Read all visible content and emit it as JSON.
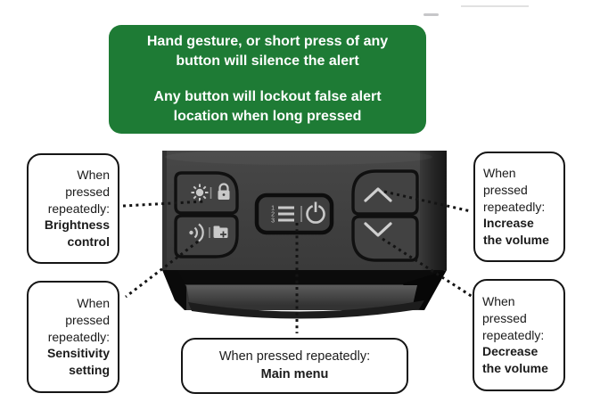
{
  "banner": {
    "line1": "Hand gesture, or short press of any button will silence the alert",
    "line2": "Any button will lockout false alert location when long pressed"
  },
  "callouts": {
    "brightness": {
      "prefix": "When pressed repeatedly:",
      "label": "Brightness control"
    },
    "sensitivity": {
      "prefix": "When pressed repeatedly:",
      "label": "Sensitivity setting"
    },
    "increase": {
      "prefix": "When pressed repeatedly:",
      "label": "Increase the volume"
    },
    "decrease": {
      "prefix": "When pressed repeatedly:",
      "label": "Decrease the volume"
    },
    "main_menu": {
      "prefix": "When pressed repeatedly:",
      "label": "Main menu"
    }
  },
  "device": {
    "menu_icon_numbers": [
      "1",
      "2",
      "3"
    ],
    "buttons": [
      {
        "id": "brightness-lock-button",
        "icons": [
          "brightness-icon",
          "lock-icon"
        ]
      },
      {
        "id": "sensitivity-camera-button",
        "icons": [
          "sound-waves-icon",
          "camera-plus-icon"
        ]
      },
      {
        "id": "menu-power-button",
        "icons": [
          "numbered-list-icon",
          "power-icon"
        ]
      },
      {
        "id": "volume-up-button",
        "icons": [
          "chevron-up-icon"
        ]
      },
      {
        "id": "volume-down-button",
        "icons": [
          "chevron-down-icon"
        ]
      }
    ]
  },
  "colors": {
    "banner_green": "#1e7b35",
    "banner_text": "#ffffff",
    "device_body": "#3f3f3f",
    "device_icon": "#c9c9c9",
    "callout_border": "#151515",
    "dotted_line": "#141414"
  }
}
